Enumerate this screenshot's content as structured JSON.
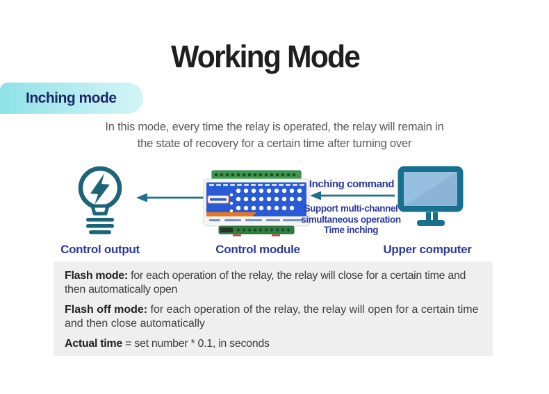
{
  "page": {
    "title": "Working Mode",
    "section_label": "Inching mode",
    "description_line1": "In this mode, every time the relay is operated, the relay will remain in",
    "description_line2": "the state of recovery for a certain time after turning over"
  },
  "diagram": {
    "arrow_label": "Inching command",
    "support_lines": [
      "Support multi-channel",
      "simultaneous operation",
      "Time inching"
    ],
    "node_labels": {
      "output": "Control output",
      "module": "Control module",
      "computer": "Upper computer"
    },
    "icons": [
      "lightbulb-bolt-icon",
      "relay-module-image",
      "arrow-left-icon",
      "monitor-icon"
    ]
  },
  "notes": {
    "items": [
      {
        "term": "Flash mode:",
        "text": " for each operation of the relay, the relay will close for a certain time and then automatically open"
      },
      {
        "term": "Flash off mode:",
        "text": " for each operation of the relay, the relay will open for a certain time and then close automatically"
      },
      {
        "term": "Actual time",
        "text": " = set number * 0.1, in seconds"
      }
    ]
  },
  "colors": {
    "title_text": "#1f1f1f",
    "pill_gradient_start": "#8ee2e8",
    "pill_gradient_end": "#d2f4f6",
    "pill_text": "#1b2766",
    "description_text": "#57585a",
    "accent_teal": "#1e6478",
    "arrow_teal": "#1f7088",
    "monitor_frame": "#17708e",
    "monitor_screen": "#8cb4d6",
    "royal_blue_text": "#2b3a9d",
    "module_panel_blue": "#2a5bd7",
    "module_terminal_green": "#3c9a4e",
    "module_accent_orange": "#e87722",
    "notes_background": "#efefef",
    "notes_text": "#3c3c3c"
  }
}
